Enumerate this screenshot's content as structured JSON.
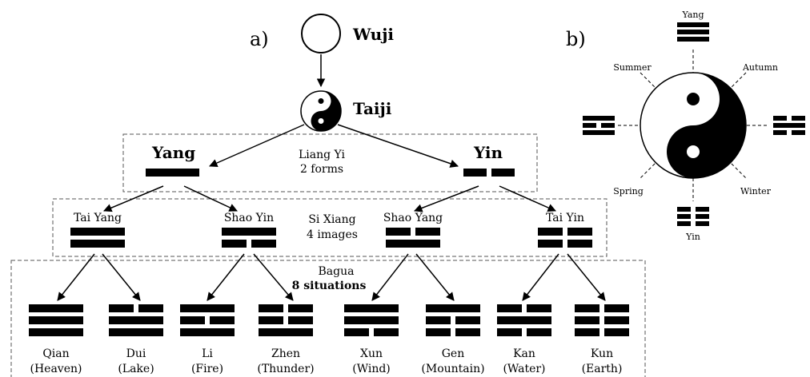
{
  "panel_a": {
    "label": "a)",
    "wuji": "Wuji",
    "taiji": "Taiji",
    "liang_yi": {
      "title": "Liang Yi",
      "subtitle": "2 forms",
      "yang": "Yang",
      "yin": "Yin"
    },
    "si_xiang": {
      "title": "Si Xiang",
      "subtitle": "4 images",
      "items": [
        {
          "label": "Tai Yang",
          "lines": [
            1,
            1
          ]
        },
        {
          "label": "Shao Yin",
          "lines": [
            1,
            0
          ]
        },
        {
          "label": "Shao Yang",
          "lines": [
            0,
            1
          ]
        },
        {
          "label": "Tai Yin",
          "lines": [
            0,
            0
          ]
        }
      ]
    },
    "bagua": {
      "title": "Bagua",
      "subtitle": "8 situations",
      "items": [
        {
          "name": "Qian",
          "meaning": "(Heaven)",
          "lines": [
            1,
            1,
            1
          ]
        },
        {
          "name": "Dui",
          "meaning": "(Lake)",
          "lines": [
            0,
            1,
            1
          ]
        },
        {
          "name": "Li",
          "meaning": "(Fire)",
          "lines": [
            1,
            0,
            1
          ]
        },
        {
          "name": "Zhen",
          "meaning": "(Thunder)",
          "lines": [
            0,
            0,
            1
          ]
        },
        {
          "name": "Xun",
          "meaning": "(Wind)",
          "lines": [
            1,
            1,
            0
          ]
        },
        {
          "name": "Gen",
          "meaning": "(Mountain)",
          "lines": [
            1,
            0,
            0
          ]
        },
        {
          "name": "Kan",
          "meaning": "(Water)",
          "lines": [
            0,
            1,
            0
          ]
        },
        {
          "name": "Kun",
          "meaning": "(Earth)",
          "lines": [
            0,
            0,
            0
          ]
        }
      ]
    }
  },
  "panel_b": {
    "label": "b)",
    "top": "Yang",
    "bottom": "Yin",
    "summer": "Summer",
    "autumn": "Autumn",
    "spring": "Spring",
    "winter": "Winter"
  }
}
